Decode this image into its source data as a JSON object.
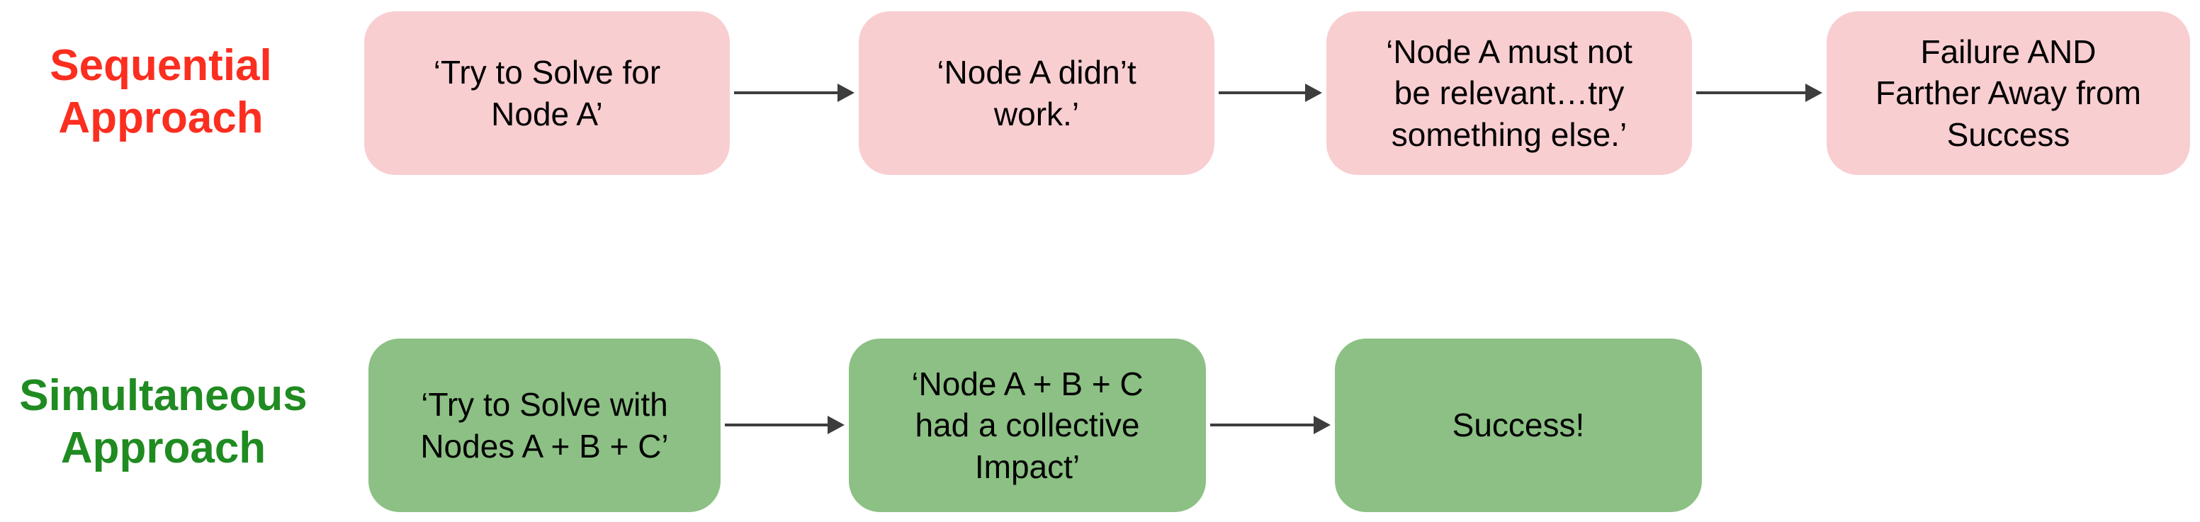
{
  "diagram": {
    "colors": {
      "background": "#ffffff",
      "sequential_label": "#fb2e20",
      "sequential_box_fill": "#f9ced1",
      "simultaneous_label": "#1f8b21",
      "simultaneous_box_fill": "#8cc084",
      "arrow": "#3d3d3d",
      "box_text": "#000000"
    },
    "rows": [
      {
        "label": "Sequential\nApproach",
        "boxes": [
          "‘Try to Solve for\nNode A’",
          "‘Node A didn’t\nwork.’",
          "‘Node A must not\nbe relevant…try\nsomething else.’",
          "Failure AND\nFarther Away from\nSuccess"
        ]
      },
      {
        "label": "Simultaneous\nApproach",
        "boxes": [
          "‘Try to Solve with\nNodes A + B + C’",
          "‘Node A + B + C\nhad a collective\nImpact’",
          "Success!"
        ]
      }
    ]
  }
}
